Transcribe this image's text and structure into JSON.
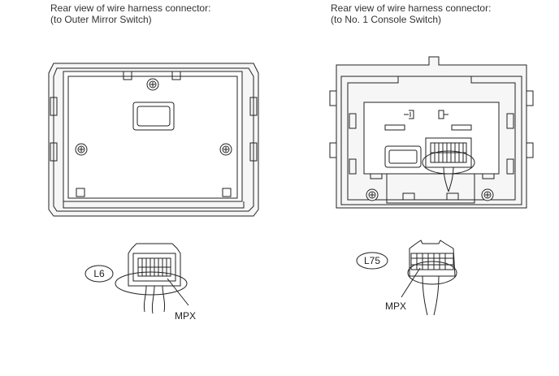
{
  "left": {
    "caption_line1": "Rear view of wire harness connector:",
    "caption_line2": "(to Outer Mirror Switch)",
    "connector_code": "L6",
    "pin_label": "MPX"
  },
  "right": {
    "caption_line1": "Rear view of wire harness connector:",
    "caption_line2": "(to No. 1 Console Switch)",
    "connector_code": "L75",
    "pin_label": "MPX"
  },
  "colors": {
    "line": "#222222",
    "background": "#ffffff",
    "panel": "#f4f4f4"
  }
}
